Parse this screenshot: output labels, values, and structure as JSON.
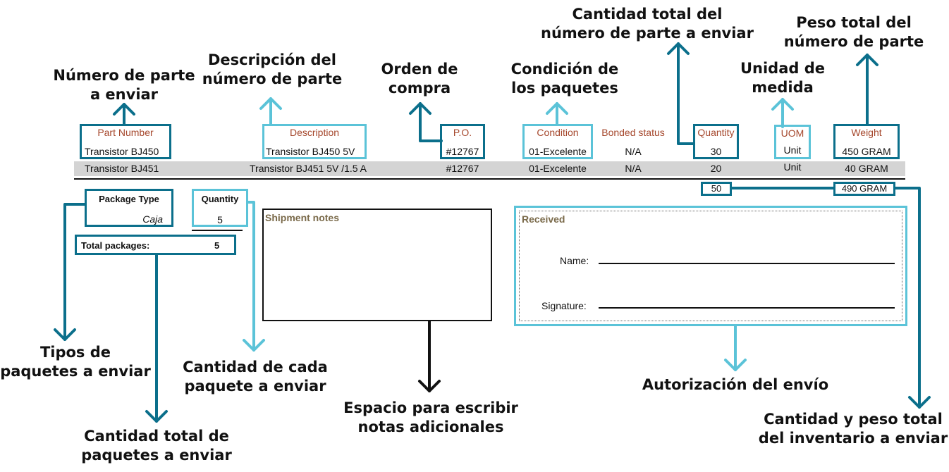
{
  "annotations": {
    "part_number": [
      "Número de parte",
      "a enviar"
    ],
    "description": [
      "Descripción del",
      "número de parte"
    ],
    "po": [
      "Orden de",
      "compra"
    ],
    "condition": [
      "Condición de",
      "los paquetes"
    ],
    "total_quantity": [
      "Cantidad total del",
      "número de parte a enviar"
    ],
    "uom": [
      "Unidad de",
      "medida"
    ],
    "total_weight": [
      "Peso total del",
      "número de parte"
    ],
    "package_types": [
      "Tipos de",
      "paquetes a enviar"
    ],
    "package_quantity": [
      "Cantidad de cada",
      "paquete a enviar"
    ],
    "notes_space": [
      "Espacio para escribir",
      "notas adicionales"
    ],
    "authorization": [
      "Autorización del envío"
    ],
    "inventory_totals": [
      "Cantidad y peso total",
      "del inventario a enviar"
    ],
    "total_packages": [
      "Cantidad total de",
      "paquetes a enviar"
    ]
  },
  "table": {
    "headers": {
      "part_number": "Part Number",
      "description": "Description",
      "po": "P.O.",
      "condition": "Condition",
      "bonded_status": "Bonded status",
      "quantity": "Quantity",
      "uom": "UOM",
      "weight": "Weight"
    },
    "rows": [
      {
        "part_number": "Transistor BJ450",
        "description": "Transistor BJ450 5V",
        "po": "#12767",
        "condition": "01-Excelente",
        "bonded_status": "N/A",
        "quantity": "30",
        "uom": "Unit",
        "weight": "450 GRAM"
      },
      {
        "part_number": "Transistor BJ451",
        "description": "Transistor BJ451 5V /1.5 A",
        "po": "#12767",
        "condition": "01-Excelente",
        "bonded_status": "N/A",
        "quantity": "20",
        "uom": "Unit",
        "weight": "40 GRAM"
      }
    ],
    "totals": {
      "quantity": "50",
      "weight": "490 GRAM"
    }
  },
  "packages": {
    "type_label": "Package Type",
    "type_value": "Caja",
    "quantity_label": "Quantity",
    "quantity_value": "5",
    "total_label": "Total packages:",
    "total_value": "5"
  },
  "shipment_notes": {
    "title": "Shipment notes"
  },
  "received": {
    "title": "Received",
    "name_label": "Name:",
    "signature_label": "Signature:"
  },
  "colors": {
    "dark_teal": "#0b6f8b",
    "light_teal": "#5bc3d8",
    "header_text": "#a5472c",
    "section_title": "#7a6a4a",
    "row_shade": "#d4d4d4"
  }
}
